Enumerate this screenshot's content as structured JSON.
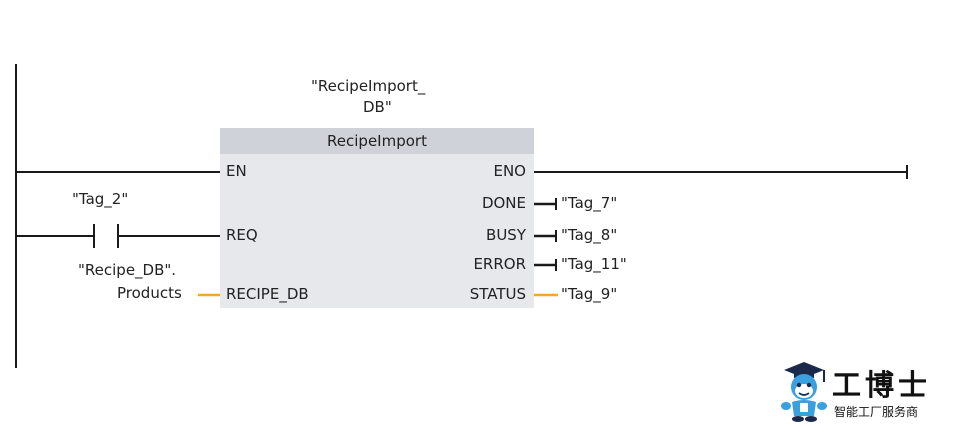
{
  "block": {
    "instance_db_line1": "\"RecipeImport_",
    "instance_db_line2": "DB\"",
    "title": "RecipeImport",
    "inputs": {
      "en": "EN",
      "req": "REQ",
      "recipe_db": "RECIPE_DB"
    },
    "outputs": {
      "eno": "ENO",
      "done": "DONE",
      "busy": "BUSY",
      "error": "ERROR",
      "status": "STATUS"
    }
  },
  "operands": {
    "contact_tag": "\"Tag_2\"",
    "recipe_db_line1": "\"Recipe_DB\".",
    "recipe_db_line2": "Products",
    "done": "\"Tag_7\"",
    "busy": "\"Tag_8\"",
    "error": "\"Tag_11\"",
    "status": "\"Tag_9\""
  },
  "colors": {
    "wire": "#1a1a1a",
    "pointer_wire": "#f5a623",
    "block_body": "#e6e8ec",
    "block_header": "#cfd3d9"
  },
  "watermark": {
    "main_text": "工博士",
    "sub_text": "智能工厂服务商",
    "icon": "mascot-icon"
  }
}
